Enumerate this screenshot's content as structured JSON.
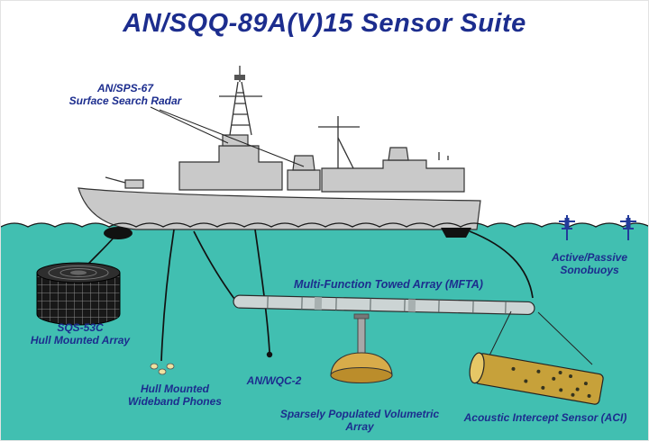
{
  "title": "AN/SQQ-89A(V)15 Sensor Suite",
  "labels": {
    "radar": {
      "line1": "AN/SPS-67",
      "line2": "Surface Search Radar"
    },
    "sonobuoys": {
      "line1": "Active/Passive",
      "line2": "Sonobuoys"
    },
    "sqs": {
      "line1": "SQS-53C",
      "line2": "Hull Mounted Array"
    },
    "phones": {
      "line1": "Hull Mounted",
      "line2": "Wideband Phones"
    },
    "wqc": {
      "label": "AN/WQC-2"
    },
    "mfta": {
      "label": "Multi-Function Towed Array (MFTA)"
    },
    "spva": {
      "line1": "Sparsely Populated Volumetric",
      "line2": "Array"
    },
    "aci": {
      "label": "Acoustic Intercept Sensor (ACI)"
    }
  },
  "colors": {
    "title_text": "#1c2d8e",
    "label_text": "#1c2d8e",
    "water": "#41bfb1",
    "ship": "#c9c9c9",
    "spva_gold": "#d8ac4a",
    "aci_gold": "#c7a13a",
    "sonobuoy_blue": "#223a9a"
  }
}
